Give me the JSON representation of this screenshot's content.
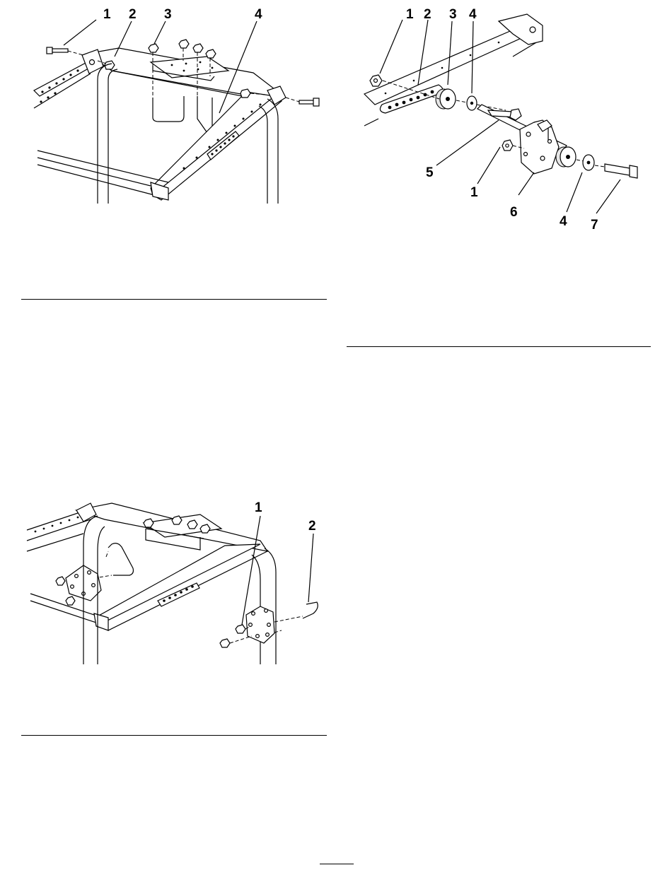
{
  "figures": {
    "frame_u_bolt": {
      "callouts": [
        "1",
        "2",
        "3",
        "4"
      ]
    },
    "roller_assembly": {
      "callouts": [
        "1",
        "2",
        "3",
        "4",
        "5",
        "1",
        "6",
        "4",
        "7"
      ]
    },
    "pin_assembly": {
      "callouts": [
        "1",
        "2"
      ]
    }
  }
}
